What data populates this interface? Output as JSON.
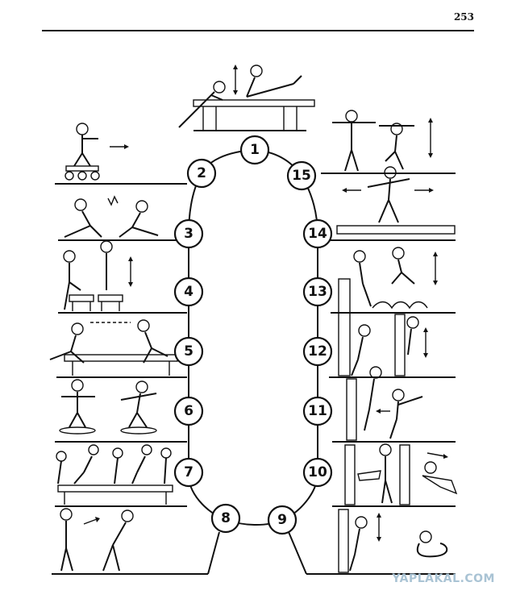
{
  "page_number": "253",
  "watermark": "YAPLAKAL.COM",
  "stations": [
    {
      "label": "1"
    },
    {
      "label": "2"
    },
    {
      "label": "3"
    },
    {
      "label": "4"
    },
    {
      "label": "5"
    },
    {
      "label": "6"
    },
    {
      "label": "7"
    },
    {
      "label": "8"
    },
    {
      "label": "9"
    },
    {
      "label": "10"
    },
    {
      "label": "11"
    },
    {
      "label": "12"
    },
    {
      "label": "13"
    },
    {
      "label": "14"
    },
    {
      "label": "15"
    }
  ]
}
